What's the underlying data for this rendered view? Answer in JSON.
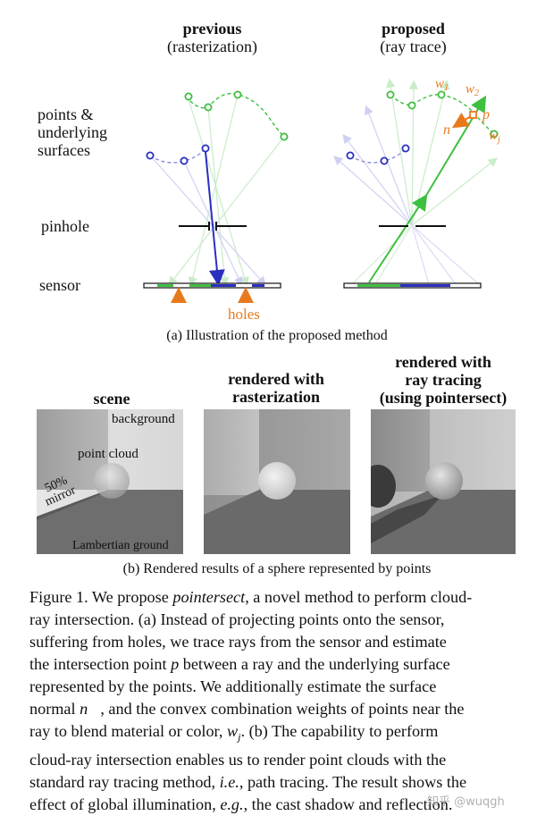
{
  "diagram": {
    "left_heading_bold": "previous",
    "left_heading_sub": "(rasterization)",
    "right_heading_bold": "proposed",
    "right_heading_sub": "(ray trace)",
    "label_points_line1": "points &",
    "label_points_line2": "underlying",
    "label_points_line3": "surfaces",
    "label_pinhole": "pinhole",
    "label_sensor": "sensor",
    "label_holes": "holes",
    "label_w1": "w",
    "label_w1_sub": "1",
    "label_w2": "w",
    "label_w2_sub": "2",
    "label_wj": "w",
    "label_wj_sub": "j",
    "label_p": "p",
    "label_n": "n",
    "caption_a": "(a) Illustration of the proposed method",
    "colors": {
      "green": "#3fbf3f",
      "blue": "#2b2fbf",
      "orange": "#e87a1e",
      "light_green": "#b9e6b9",
      "light_blue": "#c5c7ee"
    }
  },
  "renders": {
    "scene_heading": "scene",
    "raster_heading_line1": "rendered with",
    "raster_heading_line2": "rasterization",
    "rt_heading_line1": "rendered with",
    "rt_heading_line2": "ray tracing",
    "rt_heading_line3": "(using pointersect)",
    "label_background": "background",
    "label_point_cloud": "point cloud",
    "label_mirror_line1": "50%",
    "label_mirror_line2": "mirror",
    "label_ground": "Lambertian ground",
    "caption_b": "(b) Rendered results of a sphere represented by points"
  },
  "figure_caption": {
    "l1a": "Figure 1. We propose ",
    "l1b": "pointersect",
    "l1c": ", a novel method to perform cloud-",
    "l2": "ray intersection. (a) Instead of projecting points onto the sensor,",
    "l3": "suffering from holes, we trace rays from the sensor and estimate",
    "l4a": "the intersection point ",
    "l4b": "p",
    "l4c": " between a ray and the underlying surface",
    "l5": "represented by the points. We additionally estimate the surface",
    "l6a": "normal ",
    "l6b": "n⃗",
    "l6c": ", and the convex combination weights of points near the",
    "l7a": "ray to blend material or color, ",
    "l7b": "w",
    "l7c": "j",
    "l7d": ". (b) The capability to perform",
    "l8": "cloud-ray intersection enables us to render point clouds with the",
    "l9a": "standard ray tracing method, ",
    "l9b": "i.e.",
    "l9c": ", path tracing. The result shows the",
    "l10a": "effect of global illumination, ",
    "l10b": "e.g.",
    "l10c": ", the cast shadow and reflection."
  },
  "watermark": "知乎 @wuqgh"
}
